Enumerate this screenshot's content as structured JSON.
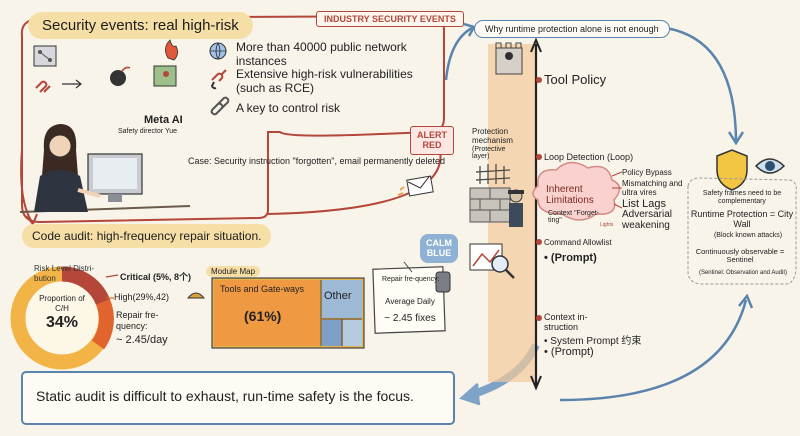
{
  "security_events": {
    "title": "Security events: real high-risk",
    "tag": "INDUSTRY SECURITY EVENTS",
    "items": [
      {
        "icon": "globe-icon",
        "text": "More than 40000 public network instances"
      },
      {
        "icon": "broken-link-icon",
        "text": "Extensive high-risk vulnerabilities (such as RCE)"
      },
      {
        "icon": "link-icon",
        "text": "A key to control risk"
      }
    ],
    "person_name": "Meta AI",
    "person_role": "Safety director Yue",
    "case_text": "Case: Security instruction \"forgotten\", email permanently deleted",
    "alert_stamp": [
      "ALERT",
      "RED"
    ]
  },
  "code_audit": {
    "title": "Code audit: high-frequency repair situation.",
    "calm_stamp": [
      "CALM",
      "BLUE"
    ],
    "risk_title": "Risk Level Distri-bution",
    "donut_label_1": "Proportion of",
    "donut_label_2": "C/H",
    "donut_value": "34%",
    "critical_label": "Critical (5%, 8个)",
    "high_label": "High(29%,42)",
    "repair_label": "Repair fre-quency:",
    "repair_value": "~ 2.45/day",
    "module_map_label": "Module Map",
    "module_tools": "Tools and Gate-ways",
    "module_tools_value": "(61%)",
    "module_other": "Other",
    "note_title": "Repair fre-quency:",
    "note_sub": "Average Daily",
    "note_value": "~ 2.45 fixes"
  },
  "conclusion": "Static audit is difficult to exhaust, run-time safety is the focus.",
  "runtime": {
    "header": "Why runtime protection alone is not enough",
    "mechanism": [
      "Protection",
      "mechanism",
      "(Protective",
      "layer)"
    ],
    "levels": [
      {
        "label": "Tool Policy"
      },
      {
        "label": "Loop Detection (Loop)"
      },
      {
        "label": "Command Allowlist",
        "sub": "• (Prompt)"
      },
      {
        "label": "Context in-struction",
        "sub": "• System Prompt 约束",
        "sub2": "• (Prompt)"
      }
    ],
    "limit_title": "Inherent Limitations",
    "limit_items": [
      "Policy Bypass",
      "Mismatching and ultra vires",
      "List Lags",
      "Adversarial weakening"
    ],
    "limit_context": "Context \"Forget-ting\"",
    "limit_lights": "Lights"
  },
  "complement": {
    "title": "Safety frames need to be complementary",
    "runtime": "Runtime Protection = City Wall",
    "runtime_sub": "(Block known attacks)",
    "observe": "Continuously observable = Sentinel",
    "observe_sub": "(Sentinel: Observation and Audit)"
  },
  "colors": {
    "red": "#b4463a",
    "blue": "#5a84ad",
    "orange": "#e8942f",
    "yellow": "#f6dfa6"
  }
}
